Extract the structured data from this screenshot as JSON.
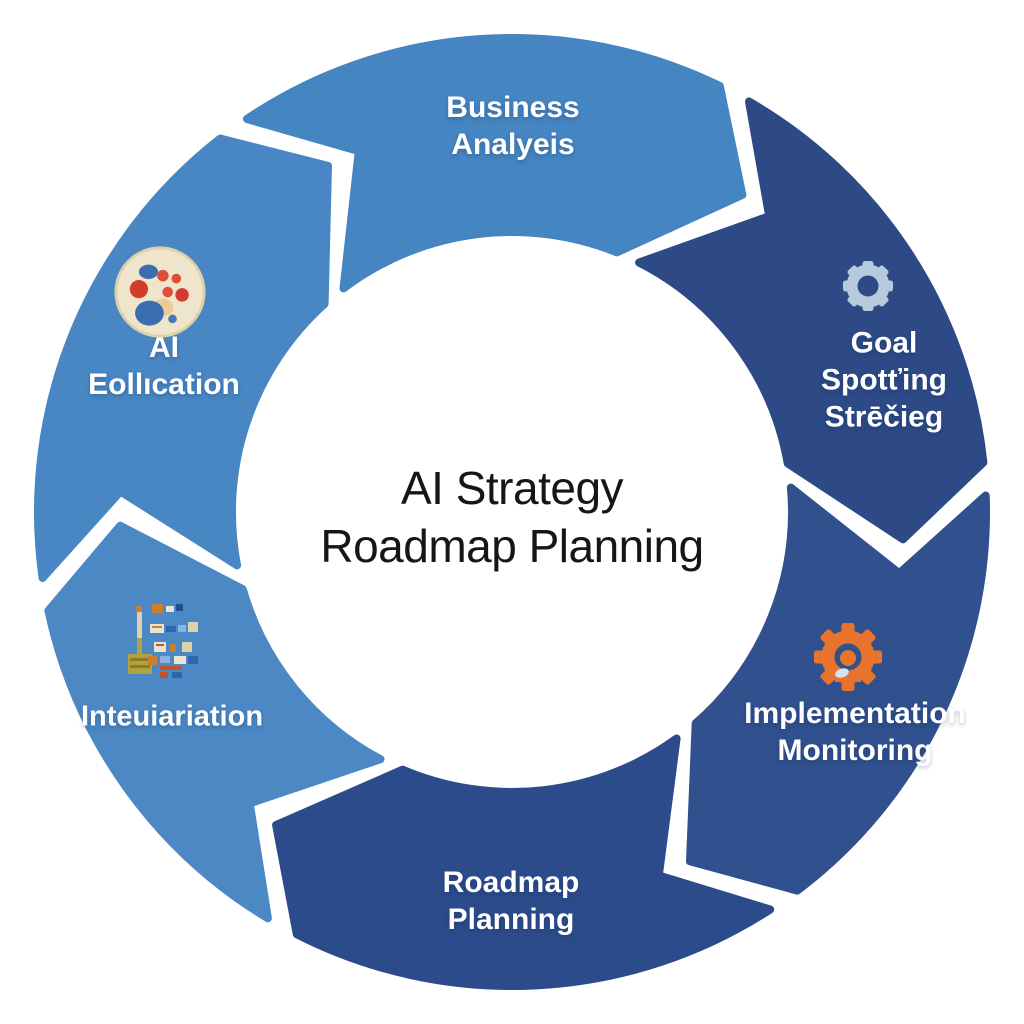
{
  "title": {
    "line1": "AI Strategy",
    "line2": "Roadmap Planning"
  },
  "diagram_type": "circular-cycle-arrow-ring",
  "segments": [
    {
      "name": "business-analysis",
      "lines": [
        "Business",
        "Analyeis"
      ],
      "color": "#4585c1",
      "start_angle": 322,
      "end_angle": 386,
      "icon": null
    },
    {
      "name": "goal-spotting-strategy",
      "lines": [
        "Goal",
        "Spotťing",
        "Strēčieg"
      ],
      "color": "#2d4a86",
      "start_angle": 26,
      "end_angle": 84,
      "icon": "gear"
    },
    {
      "name": "implementation-monitoring",
      "lines": [
        "Implementation",
        "Monitoring"
      ],
      "color": "#30508e",
      "start_angle": 84,
      "end_angle": 143,
      "icon": "orange-gear-person"
    },
    {
      "name": "roadmap-planning",
      "lines": [
        "Roadmap",
        "Planning"
      ],
      "color": "#2c4b8b",
      "start_angle": 143,
      "end_angle": 207,
      "icon": null
    },
    {
      "name": "integration",
      "lines": [
        "Inteuiariation"
      ],
      "color": "#4b88c4",
      "start_angle": 207,
      "end_angle": 258,
      "icon": "pixel-flowchart"
    },
    {
      "name": "ai-education",
      "lines": [
        "AI",
        "Eollıcation"
      ],
      "color": "#4887c4",
      "start_angle": 258,
      "end_angle": 322,
      "icon": "petri-dish"
    }
  ],
  "colors": {
    "background": "#ffffff",
    "title_text": "#161616",
    "label_text": "#ffffff",
    "gear_light": "#b7cadd",
    "gear_orange": "#e8732d",
    "hand_light": "#d5e3ef",
    "dish_base": "#efe5cb",
    "dish_rim": "#ddd0a9",
    "blob_red": "#d23b2e",
    "blob_red_light": "#de4f3b",
    "blob_blue": "#3a6db2",
    "blob_blue_light": "#4579b8",
    "blob_peach": "#eac489",
    "px_tan": "#ddd2ae",
    "px_olive": "#b0a23c",
    "px_olive_dark": "#8a7c26",
    "px_orange": "#c87f2e",
    "px_rust": "#c0532c",
    "px_blue": "#2e66ad",
    "px_blue_light": "#8ab4dd",
    "px_navy": "#1f4f8e",
    "px_cream": "#e9e3d3"
  }
}
